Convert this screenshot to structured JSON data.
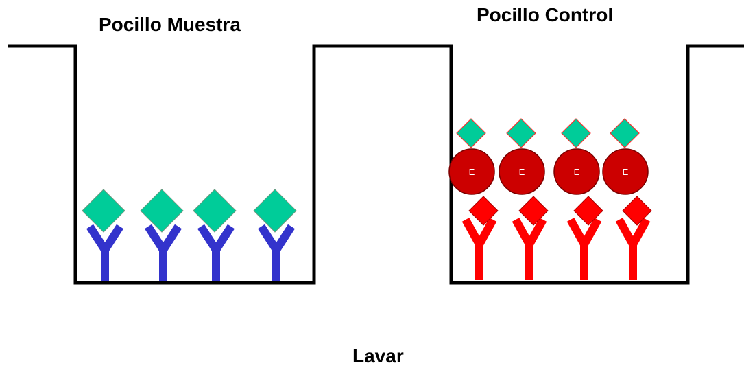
{
  "labels": {
    "sample_well": "Pocillo Muestra",
    "control_well": "Pocillo Control",
    "wash": "Lavar"
  },
  "enzyme_letter": "E",
  "colors": {
    "well_outline": "#000000",
    "sample_antibody": "#3333cc",
    "control_antibody": "#ff0000",
    "antigen_green": "#00cc99",
    "antigen_red": "#ff0000",
    "enzyme": "#cc0000"
  },
  "sample_well": {
    "antibody_count": 4
  },
  "control_well": {
    "antibody_count": 4
  }
}
